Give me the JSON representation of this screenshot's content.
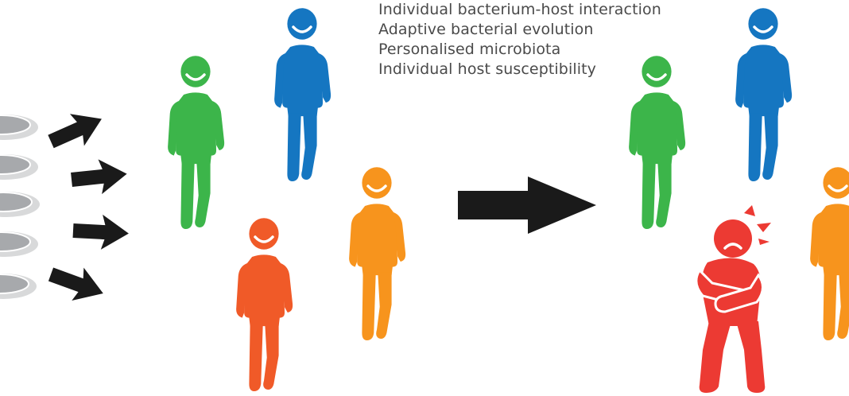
{
  "factors": [
    "Individual bacterium-host interaction",
    "Adaptive bacterial evolution",
    "Personalised microbiota",
    "Individual host susceptibility"
  ],
  "colors": {
    "green": "#3cb54a",
    "blue": "#1576c1",
    "orange": "#f7941d",
    "red_orange": "#f05a28",
    "sick_red": "#ec3a33",
    "bacteria_fill": "#a7a9ac",
    "bacteria_shadow": "#d8d9da",
    "arrow": "#1a1a1a"
  },
  "people": [
    {
      "name": "person-green-left",
      "color": "green",
      "state": "healthy",
      "expression": "smile"
    },
    {
      "name": "person-blue-left",
      "color": "blue",
      "state": "healthy",
      "expression": "smile"
    },
    {
      "name": "person-redorange-left",
      "color": "red_orange",
      "state": "healthy",
      "expression": "smile"
    },
    {
      "name": "person-orange-left",
      "color": "orange",
      "state": "healthy",
      "expression": "smile"
    },
    {
      "name": "person-green-right",
      "color": "green",
      "state": "healthy",
      "expression": "smile"
    },
    {
      "name": "person-blue-right",
      "color": "blue",
      "state": "healthy",
      "expression": "smile"
    },
    {
      "name": "person-sick-right",
      "color": "sick_red",
      "state": "sick",
      "expression": "frown"
    },
    {
      "name": "person-orange-right",
      "color": "orange",
      "state": "healthy",
      "expression": "smile"
    }
  ],
  "bacteria_count": 5,
  "small_arrows_count": 5
}
